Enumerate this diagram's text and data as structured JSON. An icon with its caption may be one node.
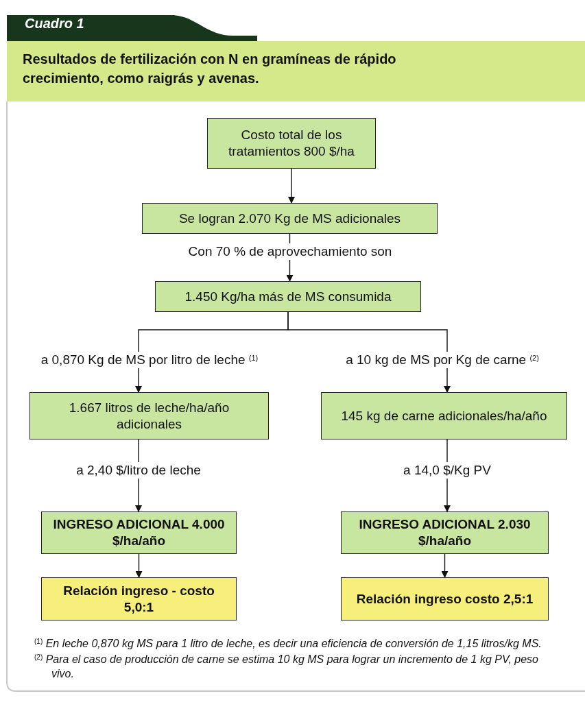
{
  "diagram": {
    "title": "Resultados de fertilización con N en gramíneas de rápido crecimiento, como raigrás y avenas.",
    "nodes": [
      {
        "text": [
          "Costo total de los tratamientos 800 $/ha"
        ]
      },
      {
        "text": [
          "Se logran 2.070 Kg de MS adicionales"
        ]
      },
      {
        "text": [
          "1.450 Kg/ha más de MS consumida"
        ]
      },
      {
        "text": [
          "1.667 litros de leche/ha/año adicionales"
        ]
      },
      {
        "text": [
          "145 kg de carne adicionales/ha/año"
        ]
      },
      {
        "text": [
          "INGRESO ADICIONAL 4.000 $/ha/año"
        ]
      },
      {
        "text": [
          "INGRESO ADICIONAL 2.030 $/ha/año"
        ]
      },
      {
        "text": [
          "Relación ingreso - costo 5,0:1"
        ]
      },
      {
        "text": [
          "Relación ingreso  costo 2,5:1"
        ]
      }
    ],
    "edges": [
      {
        "from": 0,
        "to": 1,
        "arrow": "to"
      },
      {
        "from": 1,
        "to": 2,
        "arrow": "to",
        "label": "Con 70 % de aprovechamiento son"
      },
      {
        "from": 2,
        "to": 3,
        "arrow": "to",
        "label": "a 0,870 Kg de MS por litro de leche $^{(1)}$"
      },
      {
        "from": 2,
        "to": 4,
        "arrow": "to",
        "label": "a 10 kg de MS por Kg de carne $^{(2)}$"
      },
      {
        "from": 3,
        "to": 5,
        "arrow": "to",
        "label": "a 2,40 $/litro de leche"
      },
      {
        "from": 4,
        "to": 6,
        "arrow": "to",
        "label": "a 14,0 $/Kg PV"
      },
      {
        "from": 5,
        "to": 7,
        "arrow": "to"
      },
      {
        "from": 6,
        "to": 8,
        "arrow": "to"
      }
    ],
    "labels": [
      "Cuadro 1",
      "$^{(1)}$ En leche 0,870 kg MS para 1 litro de leche, es decir una eficiencia de conversión de 1,15 litros/kg MS.",
      "$^{(2)}$ Para el caso de producción de carne se estima 10 kg MS para lograr un incremento de 1 kg PV, peso vivo."
    ]
  }
}
